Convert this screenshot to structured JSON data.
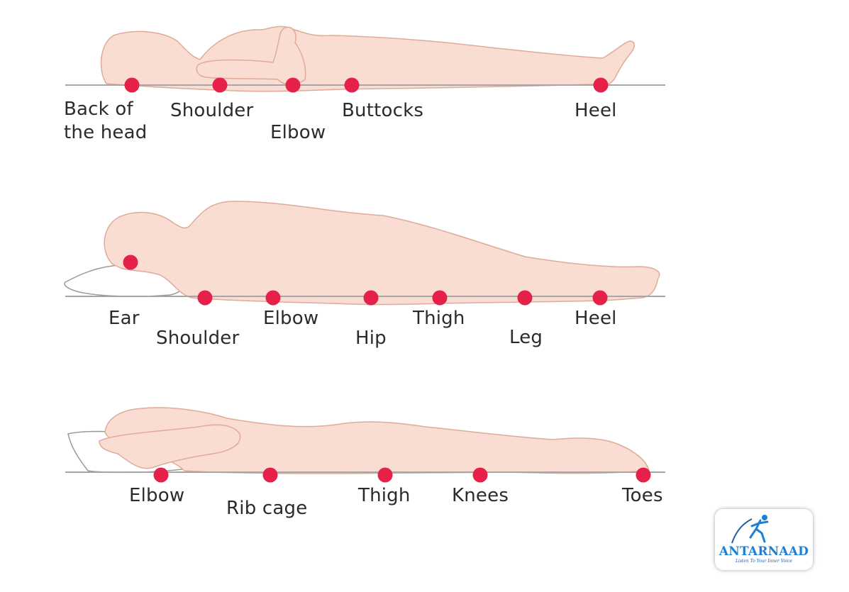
{
  "colors": {
    "skin": "#f9ddd2",
    "skin_outline": "#e0aa98",
    "pressure_dot": "#e5214a",
    "surface_line": "#a6a6a6",
    "pillow_outline": "#9a9a9a",
    "label_text": "#2b2b2b",
    "brand_blue": "#1f7fd6"
  },
  "positions": [
    {
      "name": "supine",
      "labels": [
        {
          "id": "back-of-head",
          "lines": [
            "Back of",
            "the head"
          ]
        },
        {
          "id": "shoulder",
          "lines": [
            "Shoulder"
          ]
        },
        {
          "id": "elbow",
          "lines": [
            "Elbow"
          ]
        },
        {
          "id": "buttocks",
          "lines": [
            "Buttocks"
          ]
        },
        {
          "id": "heel",
          "lines": [
            "Heel"
          ]
        }
      ]
    },
    {
      "name": "side-lying",
      "labels": [
        {
          "id": "ear",
          "lines": [
            "Ear"
          ]
        },
        {
          "id": "shoulder",
          "lines": [
            "Shoulder"
          ]
        },
        {
          "id": "elbow",
          "lines": [
            "Elbow"
          ]
        },
        {
          "id": "hip",
          "lines": [
            "Hip"
          ]
        },
        {
          "id": "thigh",
          "lines": [
            "Thigh"
          ]
        },
        {
          "id": "leg",
          "lines": [
            "Leg"
          ]
        },
        {
          "id": "heel",
          "lines": [
            "Heel"
          ]
        }
      ]
    },
    {
      "name": "prone",
      "labels": [
        {
          "id": "elbow",
          "lines": [
            "Elbow"
          ]
        },
        {
          "id": "rib-cage",
          "lines": [
            "Rib cage"
          ]
        },
        {
          "id": "thigh",
          "lines": [
            "Thigh"
          ]
        },
        {
          "id": "knees",
          "lines": [
            "Knees"
          ]
        },
        {
          "id": "toes",
          "lines": [
            "Toes"
          ]
        }
      ]
    }
  ],
  "logo": {
    "icon": "running-figure-icon",
    "name": "ANTARNAAD",
    "tagline": "Listen To Your Inner Voice"
  }
}
